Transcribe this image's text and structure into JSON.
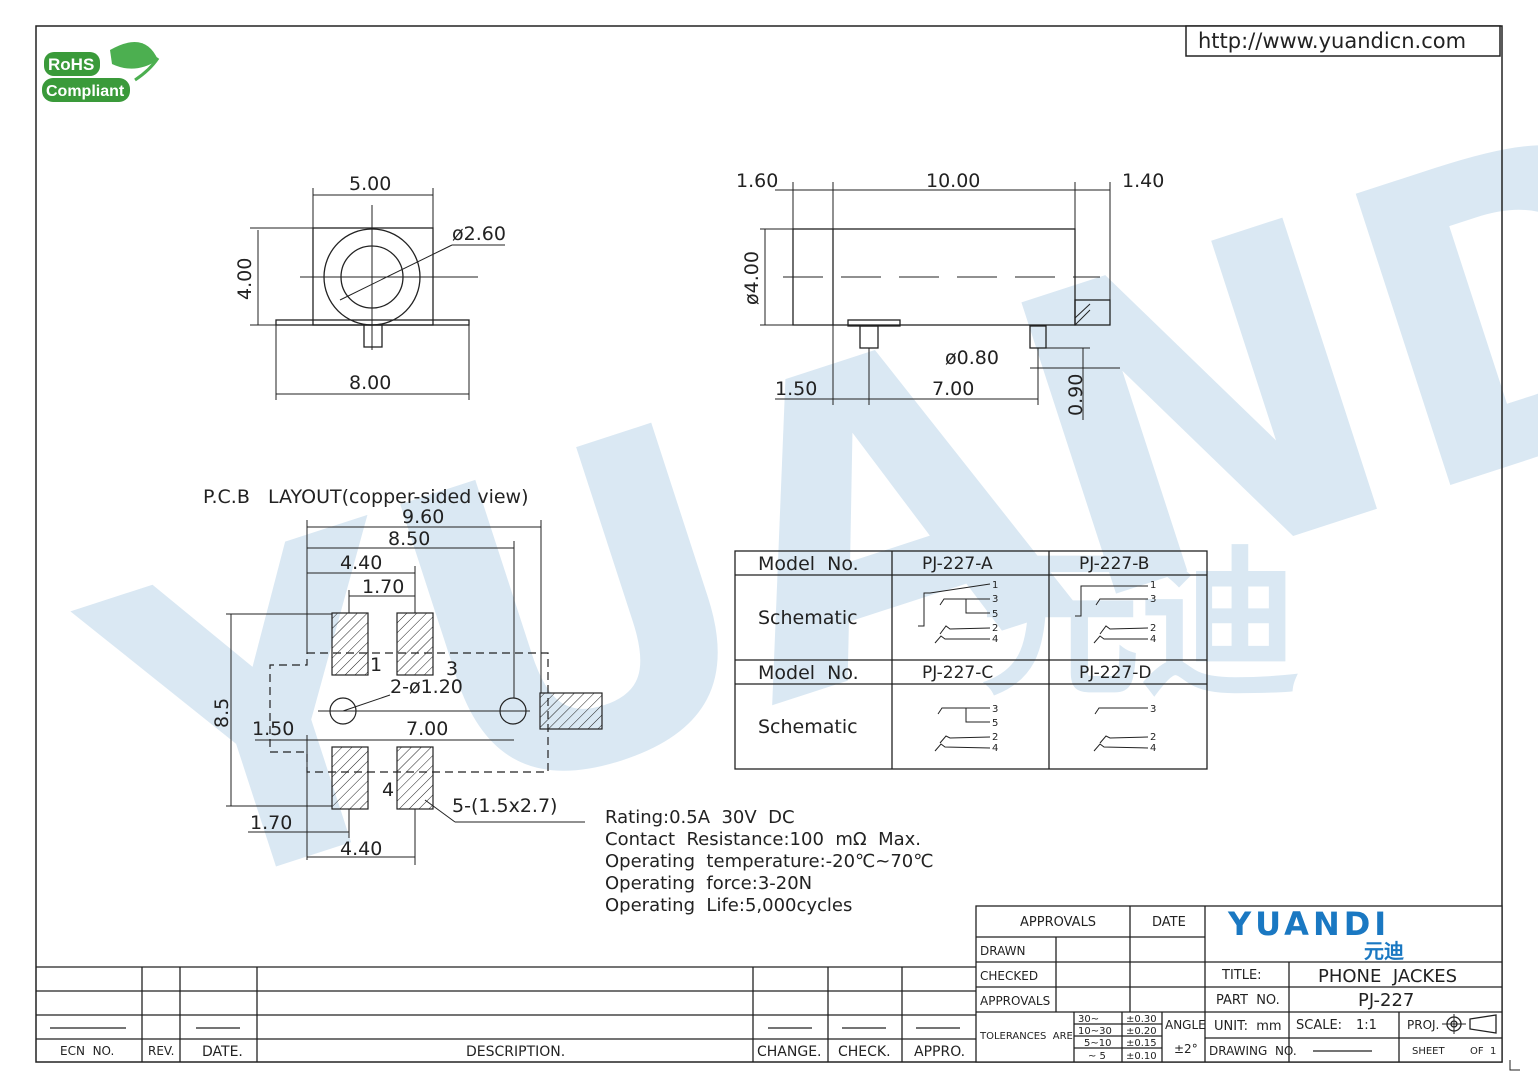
{
  "url": "http://www.yuandicn.com",
  "rohs": {
    "line1": "RoHS",
    "line2": "Compliant"
  },
  "front_view": {
    "width": "5.00",
    "height": "4.00",
    "diameter": "ø2.60",
    "base": "8.00"
  },
  "side_view": {
    "left": "1.60",
    "length": "10.00",
    "right": "1.40",
    "diameter": "ø4.00",
    "pin_dia": "ø0.80",
    "pin_offset": "1.50",
    "pin_spacing": "7.00",
    "pin_len": "0.90"
  },
  "pcb": {
    "title": "P.C.B   LAYOUT(copper-sided view)",
    "dims": {
      "d960": "9.60",
      "d850": "8.50",
      "d440_top": "4.40",
      "d170_top": "1.70",
      "holes": "2-ø1.20",
      "d150": "1.50",
      "d700": "7.00",
      "d85": "8.5",
      "d170_bot": "1.70",
      "d440_bot": "4.40",
      "pads": "5-(1.5x2.7)"
    },
    "pin_labels": [
      "1",
      "3",
      "4"
    ]
  },
  "schematic_table": {
    "rows": [
      {
        "label": "Model  No.",
        "a": "PJ-227-A",
        "b": "PJ-227-B"
      },
      {
        "label": "Schematic"
      },
      {
        "label": "Model  No.",
        "a": "PJ-227-C",
        "b": "PJ-227-D"
      },
      {
        "label": "Schematic"
      }
    ],
    "pins": {
      "a": [
        "1",
        "3",
        "5",
        "2",
        "4"
      ],
      "b": [
        "1",
        "3",
        "2",
        "4"
      ],
      "c": [
        "3",
        "5",
        "2",
        "4"
      ],
      "d": [
        "3",
        "2",
        "4"
      ]
    }
  },
  "specs": [
    "Rating:0.5A  30V  DC",
    "Contact  Resistance:100  mΩ  Max.",
    "Operating  temperature:-20℃~70℃",
    "Operating  force:3-20N",
    "Operating  Life:5,000cycles"
  ],
  "title_block": {
    "approvals": "APPROVALS",
    "date": "DATE",
    "drawn": "DRAWN",
    "checked": "CHECKED",
    "approvals2": "APPROVALS",
    "tolerances": "TOLERANCES  ARE",
    "tol_ranges": [
      "30~",
      "10~30",
      "5~10",
      "~ 5"
    ],
    "tol_values": [
      "±0.30",
      "±0.20",
      "±0.15",
      "±0.10"
    ],
    "angle": "ANGLE",
    "angle_val": "±2°",
    "logo": "YUANDI",
    "logo_cn": "元迪",
    "title_label": "TITLE:",
    "title_value": "PHONE  JACKES",
    "part_label": "PART  NO.",
    "part_value": "PJ-227",
    "unit_label": "UNIT:  mm",
    "scale_label": "SCALE:",
    "scale_value": "1:1",
    "proj": "PROJ.",
    "drawing_no": "DRAWING  NO.",
    "sheet": "SHEET",
    "of": "OF  1"
  },
  "revision_block": {
    "ecn": "ECN  NO.",
    "rev": "REV.",
    "date": "DATE.",
    "desc": "DESCRIPTION.",
    "change": "CHANGE.",
    "check": "CHECK.",
    "appro": "APPRO."
  },
  "watermark": {
    "text": "YUANDI",
    "cn": "元迪"
  },
  "colors": {
    "watermark": "#d3e3ef",
    "logo_blue": "#1a78c2",
    "rohs_green": "#3a9a3a"
  }
}
